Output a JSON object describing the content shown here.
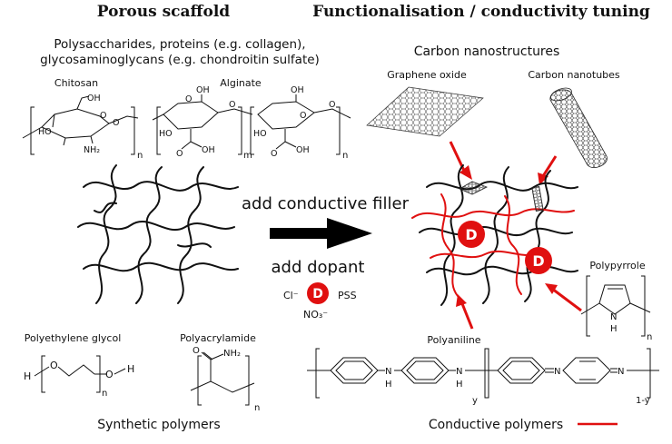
{
  "headings": {
    "left": "Porous scaffold",
    "right": "Functionalisation / conductivity tuning"
  },
  "natural_polymers": {
    "line1": "Polysaccharides, proteins (e.g. collagen),",
    "line2": "glycosaminoglycans (e.g. chondroitin sulfate)",
    "chitosan": {
      "name": "Chitosan",
      "oh_top": "OH",
      "ho_left": "HO",
      "o_ring": "O",
      "o_link": "O",
      "nh2": "NH₂",
      "n": "n"
    },
    "alginate": {
      "name": "Alginate",
      "ho1": "HO",
      "o1": "O",
      "oh1": "OH",
      "o_link1": "O",
      "cooh1_o": "O",
      "cooh1_oh": "OH",
      "m": "m",
      "oh2": "OH",
      "ho2": "HO",
      "o2": "O",
      "o_link2": "O",
      "cooh2_o": "O",
      "cooh2_oh": "OH",
      "n": "n"
    }
  },
  "carbon": {
    "title": "Carbon nanostructures",
    "graphene": "Graphene oxide",
    "nanotubes": "Carbon nanotubes"
  },
  "process": {
    "filler": "add conductive filler",
    "dopant": "add dopant",
    "d_symbol": "D",
    "cl": "Cl⁻",
    "pss": "PSS",
    "no3": "NO₃⁻"
  },
  "synthetic": {
    "peg": {
      "name": "Polyethylene glycol",
      "h_left": "H",
      "o1": "O",
      "o2": "O",
      "h_right": "H",
      "n": "n"
    },
    "paam": {
      "name": "Polyacrylamide",
      "o": "O",
      "nh2": "NH₂",
      "n": "n"
    },
    "label": "Synthetic polymers"
  },
  "polypyrrole": {
    "name": "Polypyrrole",
    "nh": "N",
    "h": "H",
    "n": "n"
  },
  "polyaniline": {
    "name": "Polyaniline",
    "n1": "N",
    "h1": "H",
    "n2": "N",
    "h2": "H",
    "n3": "N",
    "n4": "N",
    "y": "y",
    "one_minus_y": "1-y"
  },
  "legend": {
    "label": "Conductive polymers",
    "color": "#e01010"
  },
  "colors": {
    "accent_red": "#e01010",
    "ink": "#111111"
  }
}
